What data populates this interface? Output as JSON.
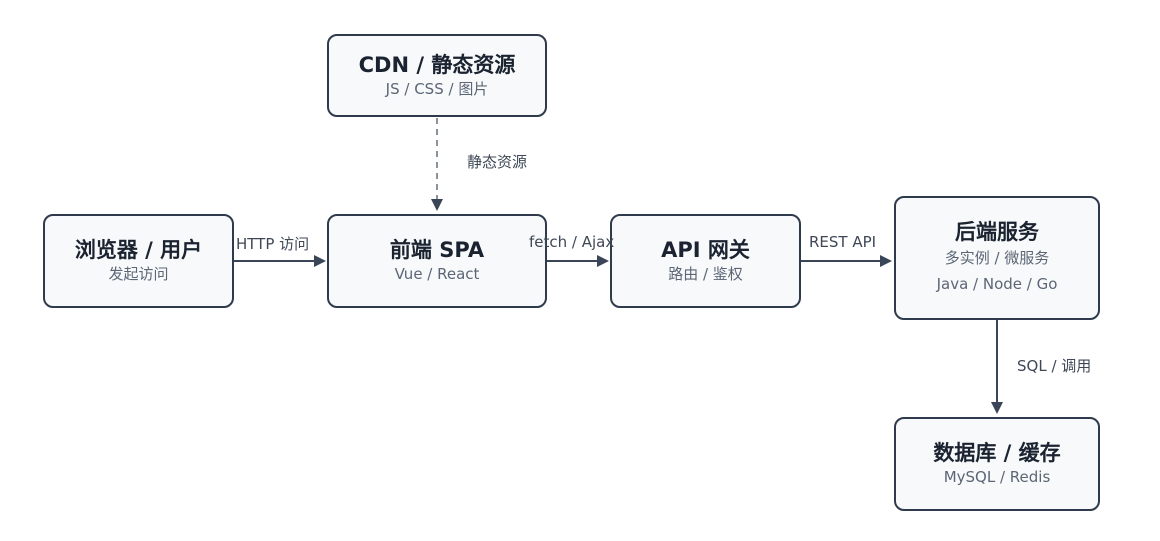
{
  "nodes": {
    "cdn": {
      "title": "CDN / 静态资源",
      "sub": "JS / CSS / 图片"
    },
    "browser": {
      "title": "浏览器 / 用户",
      "sub": "发起访问"
    },
    "spa": {
      "title": "前端 SPA",
      "sub": "Vue / React"
    },
    "gateway": {
      "title": "API 网关",
      "sub": "路由 / 鉴权"
    },
    "backend": {
      "title": "后端服务",
      "sub1": "多实例 / 微服务",
      "sub2": "Java / Node / Go"
    },
    "db": {
      "title": "数据库 / 缓存",
      "sub": "MySQL / Redis"
    }
  },
  "edges": {
    "cdn_spa": "静态资源",
    "browser_spa": "HTTP 访问",
    "spa_gateway": "fetch / Ajax",
    "gateway_backend": "REST API",
    "backend_db": "SQL / 调用"
  },
  "colors": {
    "stroke": "#2f3b4c",
    "fill": "#f7f9fb",
    "dashed": "#8a929c"
  }
}
